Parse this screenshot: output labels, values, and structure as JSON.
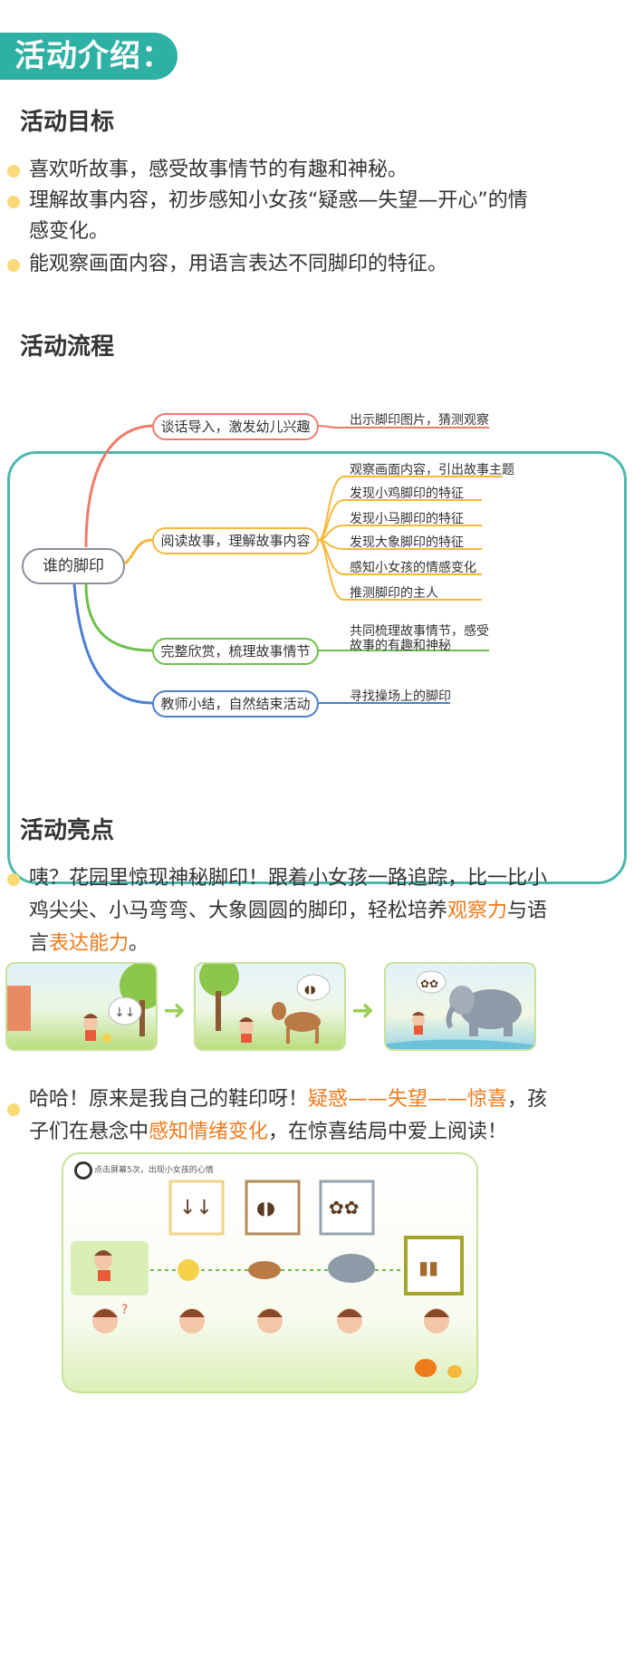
{
  "header": {
    "title": "活动介绍："
  },
  "goals": {
    "title": "活动目标",
    "items": [
      {
        "line1": "喜欢听故事，感受故事情节的有趣和神秘。"
      },
      {
        "line1": "理解故事内容，初步感知小女孩“疑惑—失望—开心”的情",
        "line2": "感变化。"
      },
      {
        "line1": "能观察画面内容，用语言表达不同脚印的特征。"
      }
    ]
  },
  "process": {
    "title": "活动流程",
    "root": "谁的脚印",
    "branches": [
      {
        "label": "谈话导入，激发幼儿兴趣",
        "color": "#f07a6a",
        "leaves": [
          "出示脚印图片，猜测观察"
        ]
      },
      {
        "label": "阅读故事，理解故事内容",
        "color": "#f5b83d",
        "leaves": [
          "观察画面内容，引出故事主题",
          "发现小鸡脚印的特征",
          "发现小马脚印的特征",
          "发现大象脚印的特征",
          "感知小女孩的情感变化",
          "推测脚印的主人"
        ]
      },
      {
        "label": "完整欣赏，梳理故事情节",
        "color": "#6cc04a",
        "leaves": [
          "共同梳理故事情节，感受",
          "故事的有趣和神秘"
        ]
      },
      {
        "label": "教师小结，自然结束活动",
        "color": "#4a7fd0",
        "leaves": [
          "寻找操场上的脚印"
        ]
      }
    ]
  },
  "highlights": {
    "title": "活动亮点",
    "p1": {
      "a": "咦？花园里惊现神秘脚印！跟着小女孩一路追踪，比一比小",
      "b": "鸡尖尖、小马弯弯、大象圆圆的脚印，轻松培养",
      "c": "观察力",
      "d": "与语",
      "e": "言",
      "f": "表达能力",
      "g": "。"
    },
    "p2": {
      "a": "哈哈！原来是我自己的鞋印呀！",
      "b": "疑惑——失望——惊喜",
      "c": "，孩",
      "d": "子们在悬念中",
      "e": "感知情绪变化",
      "f": "，在惊喜结局中爱上阅读！"
    },
    "story_caption": "点击屏幕5次，出现小女孩的心情"
  },
  "colors": {
    "accent": "#2fb0a4",
    "orange": "#ef7a1c",
    "bullet": "#fbd976",
    "panel": "#4ab9ad"
  }
}
